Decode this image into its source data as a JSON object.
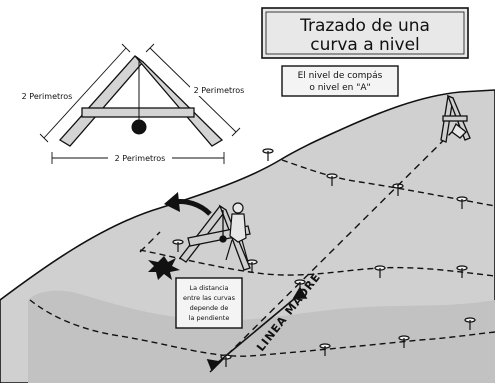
{
  "title": {
    "line1": "Trazado de una",
    "line2": "curva a nivel"
  },
  "subtitle": {
    "line1": "El nivel de compás",
    "line2": "o nivel en \"A\""
  },
  "aframe_diagram": {
    "left_leg_label": "2 Perimetros",
    "right_leg_label": "2 Perimetros",
    "base_label": "2 Perimetros"
  },
  "note": {
    "line1": "La distancia",
    "line2": "entre las curvas",
    "line3": "depende de",
    "line4": "la pendiente"
  },
  "guide_line_label": "LINEA MADRE",
  "colors": {
    "ink": "#111111",
    "slope_fill": "#cfcfcf",
    "paper": "#ffffff"
  }
}
